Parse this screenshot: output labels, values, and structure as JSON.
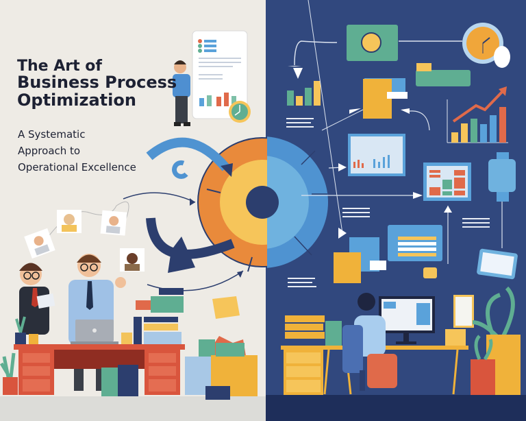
{
  "title": {
    "line1": "The Art of",
    "line2": "Business Process",
    "line3": "Optimization"
  },
  "subtitle": {
    "line1": "A Systematic",
    "line2": "Approach to",
    "line3": "Operational Excellence"
  },
  "colors": {
    "left_background": "#eeebe5",
    "right_background": "#31487e",
    "orange": "#e98a3b",
    "yellow": "#f6c55a",
    "navy": "#2c3e6e",
    "light_blue": "#5aa2da",
    "teal": "#5fae92",
    "red": "#e06a4a"
  }
}
